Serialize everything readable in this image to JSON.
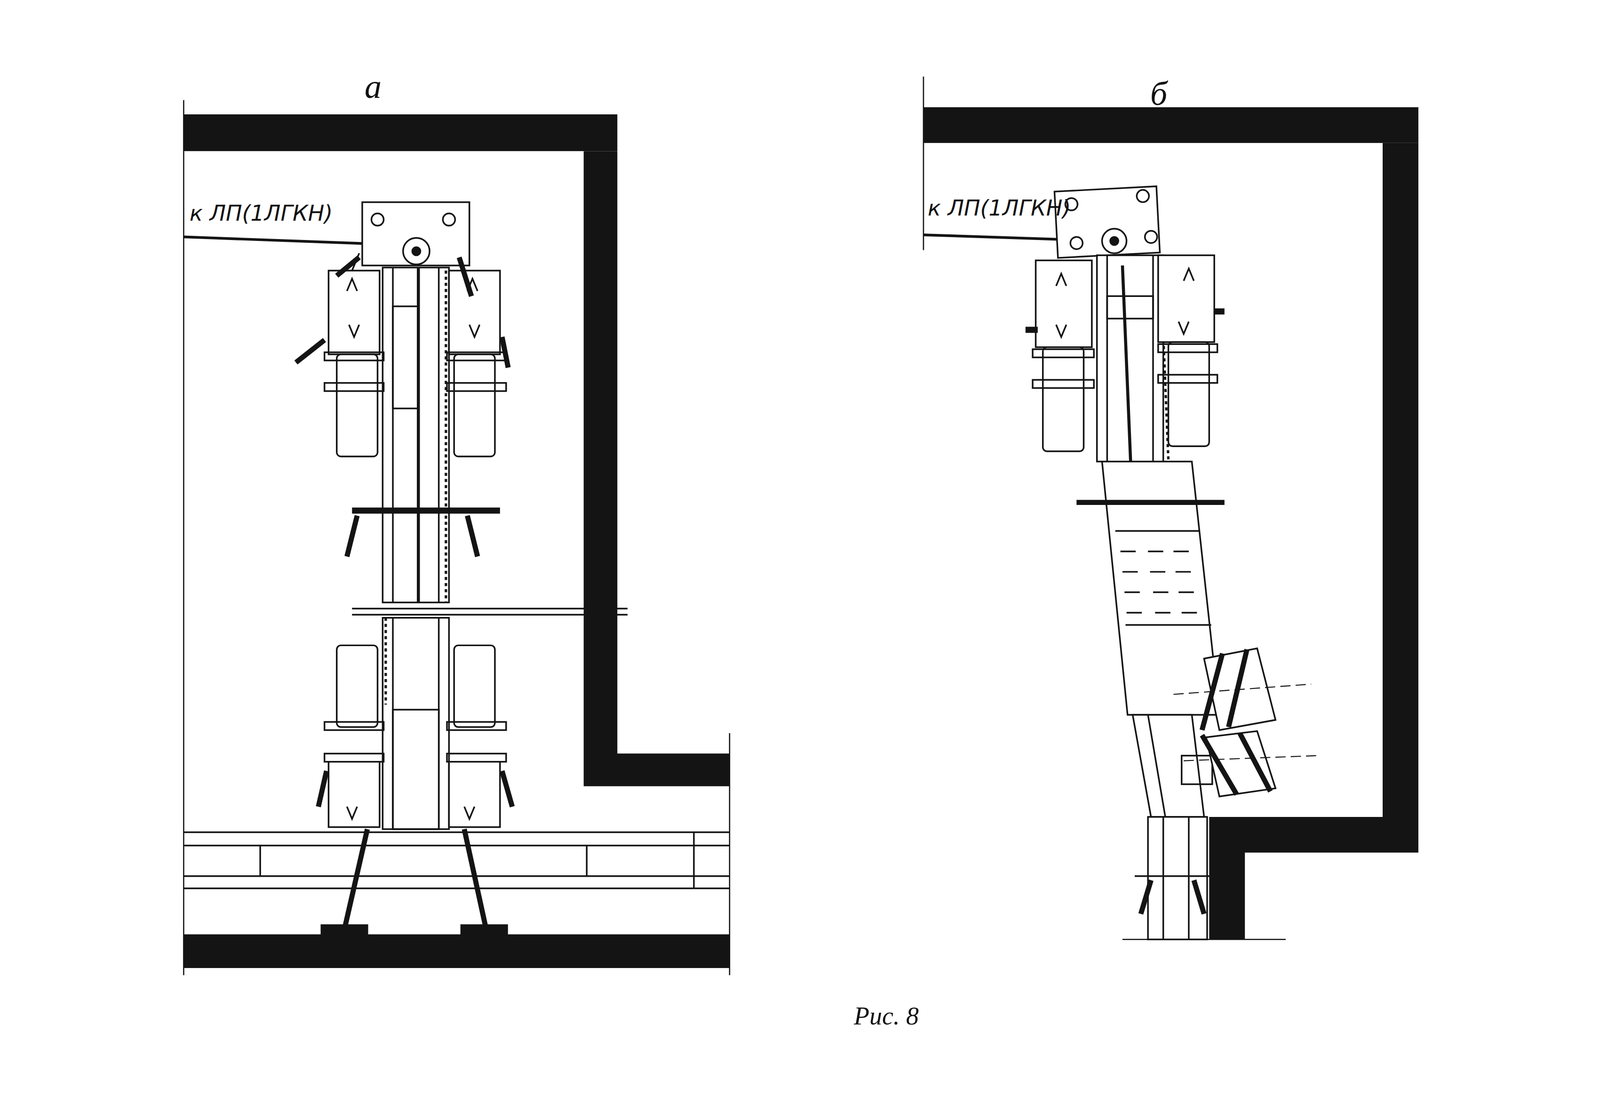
{
  "diagram": {
    "caption": "Рис. 8",
    "labels": [
      "а",
      "б",
      "к ЛП(1ЛГКН)",
      "к ЛП(1ЛГКН)"
    ]
  }
}
